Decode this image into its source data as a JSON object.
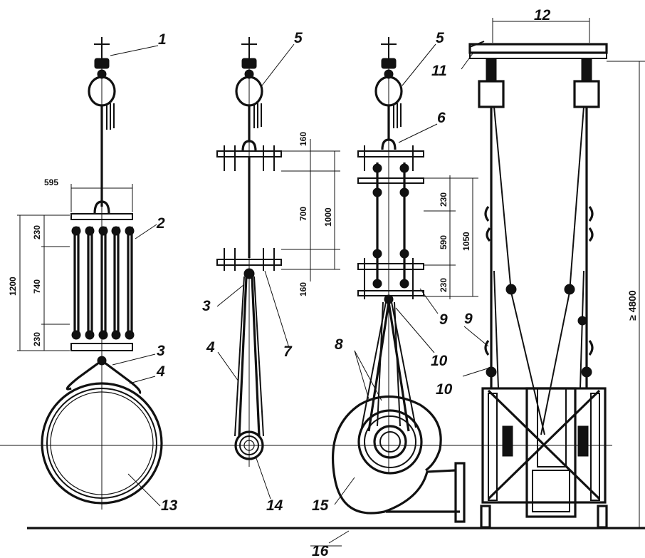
{
  "callouts": {
    "c1": "1",
    "c2": "2",
    "c3a": "3",
    "c3b": "3",
    "c4a": "4",
    "c4b": "4",
    "c5a": "5",
    "c5b": "5",
    "c6": "6",
    "c7": "7",
    "c8": "8",
    "c9a": "9",
    "c9b": "9",
    "c10a": "10",
    "c10b": "10",
    "c11": "11",
    "c12": "12",
    "c13": "13",
    "c14": "14",
    "c15": "15",
    "c16": "16"
  },
  "dimensions": {
    "d595": "595",
    "d1200": "1200",
    "d230top": "230",
    "d740": "740",
    "d230bot": "230",
    "d160top": "160",
    "d700": "700",
    "d1000": "1000",
    "d160bot": "160",
    "d230r_top": "230",
    "d590": "590",
    "d1050": "1050",
    "d230r_bot": "230",
    "d4800": "≥ 4800"
  }
}
